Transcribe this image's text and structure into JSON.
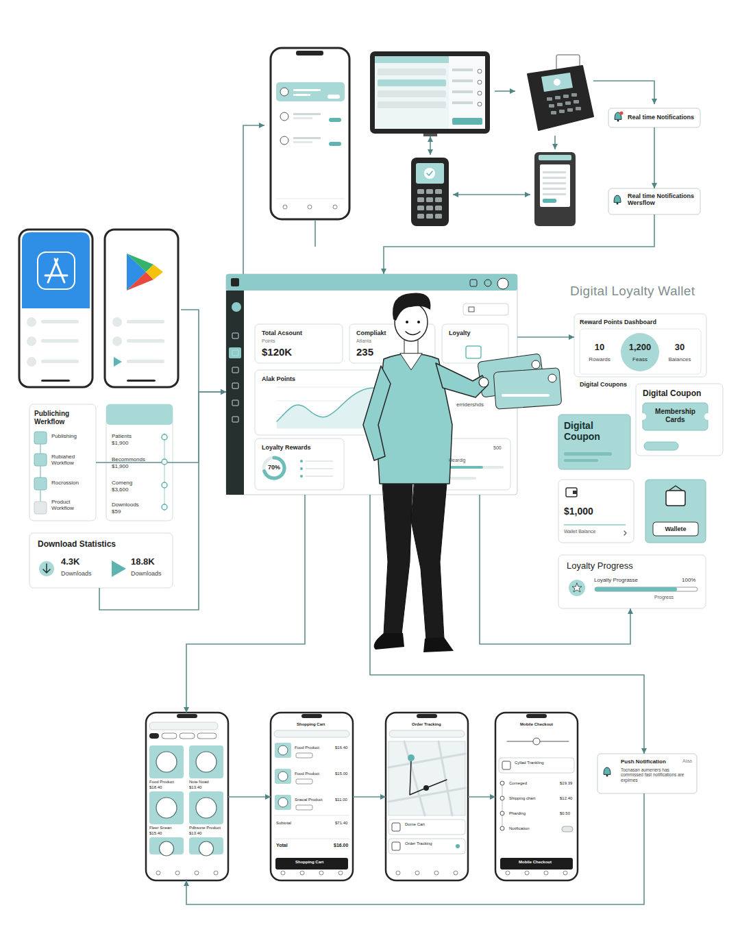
{
  "diagram": {
    "title": "Digital Loyalty Wallet",
    "nodes": [
      {
        "text": [
          "Real time Notifications"
        ]
      },
      {
        "text": [
          "Real time Notifications Wersflow"
        ]
      },
      {
        "text": [
          "Publiching Werkflow",
          "Publishing",
          "Rubiahed Workflow",
          "Rocrossion",
          "Product Workflow"
        ]
      },
      {
        "text": [
          "Patients",
          "$1,900",
          "Becommonds",
          "$1,900",
          "Comeng",
          "$3,600",
          "Downloods",
          "$59"
        ]
      },
      {
        "text": [
          "Download Statistics",
          "4.3K",
          "Downloads",
          "18.8K",
          "Downloads"
        ]
      },
      {
        "text": [
          "erridershds"
        ]
      },
      {
        "text": [
          "Total Acsount",
          "Points",
          "$120K"
        ],
        "in": 5
      },
      {
        "text": [
          "Compliakt",
          "Atlanta",
          "235"
        ],
        "in": 5
      },
      {
        "text": [
          "Loyalty"
        ],
        "in": 5
      },
      {
        "text": [
          "Alak Points"
        ],
        "in": 5
      },
      {
        "text": [
          "Loyalty Rewards",
          "70%"
        ],
        "in": 5
      },
      {
        "text": [
          "500",
          "Heardig"
        ],
        "in": 5
      },
      {
        "text": [
          "Reward Points Dashboard",
          "10",
          "Rowards",
          "1,200",
          "Feass",
          "30",
          "Balances"
        ]
      },
      {
        "text": [
          "Digital Coupon"
        ]
      },
      {
        "text": [
          "Membership Cards"
        ],
        "in": 13
      },
      {
        "text": [
          "Digital Coupon"
        ]
      },
      {
        "text": [
          "$1,000",
          "Wallet Balance"
        ]
      },
      {
        "text": [
          "Wallete"
        ]
      },
      {
        "text": [
          "Loyalty Progress",
          "Loyalty Prograsse",
          "100%",
          "Progress"
        ]
      },
      {
        "text": [
          "Food Product",
          "$18.40",
          "Note Noad",
          "$13.40",
          "Fleer Snean",
          "$15.40",
          "Pdbsone Product",
          "$13.40"
        ]
      },
      {
        "text": [
          "Shopping Cart",
          "Food Product",
          "$16.40",
          "Food Product",
          "$15.00",
          "Snacal Product",
          "$11.00",
          "Subtotal",
          "$71.40",
          "Yotal",
          "$16.00",
          "Shopping Cart"
        ]
      },
      {
        "text": [
          "Order Tracking",
          "Dome Cart",
          "Order Tracking"
        ]
      },
      {
        "text": [
          "Mobile Checkout",
          "Cyllad Trankling",
          "Comeged",
          "$19.39",
          "Shipping chart",
          "$12.40",
          "Pharding",
          "$0.50",
          "Notification",
          "Mobile Checkout"
        ]
      },
      {
        "text": [
          "Push Notification",
          "Alaa",
          "Tocnasan aumeners has commissed fast notifications are expirnes"
        ]
      }
    ],
    "edges": [
      {
        "from": 0,
        "to": 1,
        "arrow": "to"
      },
      {
        "from": 1,
        "to": 5,
        "arrow": "to"
      },
      {
        "from": 2,
        "to": 5,
        "arrow": "to"
      },
      {
        "from": 4,
        "to": 5,
        "arrow": "to"
      },
      {
        "from": 5,
        "to": 12,
        "arrow": "to"
      },
      {
        "from": 5,
        "to": 18,
        "arrow": "to"
      },
      {
        "from": 5,
        "to": 19,
        "arrow": "to"
      },
      {
        "from": 19,
        "to": 20,
        "arrow": "to"
      },
      {
        "from": 20,
        "to": 21,
        "arrow": "to"
      },
      {
        "from": 21,
        "to": 22,
        "arrow": "to"
      },
      {
        "from": 5,
        "to": 23,
        "arrow": "to"
      },
      {
        "from": 23,
        "to": 19,
        "arrow": "to"
      }
    ],
    "labels": [
      "Digital Coupons"
    ]
  }
}
